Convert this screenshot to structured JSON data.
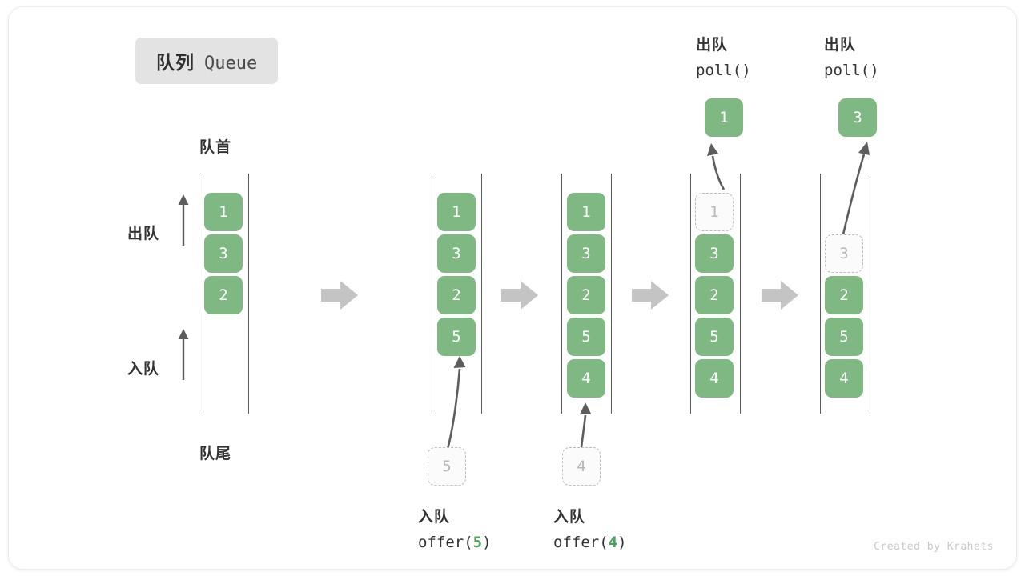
{
  "title": {
    "cn": "队列",
    "en": "Queue"
  },
  "labels": {
    "front": "队首",
    "rear": "队尾",
    "dequeue": "出队",
    "enqueue": "入队"
  },
  "credit": "Created by Krahets",
  "colors": {
    "cell_fill": "#80b884",
    "cell_text": "#ffffff",
    "ghost_border": "#bdbdbd",
    "ghost_text": "#b7b7b7",
    "rail": "#5a5a5a",
    "step_arrow": "#c4c4c4",
    "badge_bg": "#e3e3e3",
    "accent_green": "#49a35a",
    "text": "#333333"
  },
  "columns": [
    {
      "id": "col-1",
      "cells": [
        {
          "value": "1",
          "state": "filled"
        },
        {
          "value": "3",
          "state": "filled"
        },
        {
          "value": "2",
          "state": "filled"
        }
      ]
    },
    {
      "id": "col-2",
      "cells": [
        {
          "value": "1",
          "state": "filled"
        },
        {
          "value": "3",
          "state": "filled"
        },
        {
          "value": "2",
          "state": "filled"
        },
        {
          "value": "5",
          "state": "filled"
        }
      ]
    },
    {
      "id": "col-3",
      "cells": [
        {
          "value": "1",
          "state": "filled"
        },
        {
          "value": "3",
          "state": "filled"
        },
        {
          "value": "2",
          "state": "filled"
        },
        {
          "value": "5",
          "state": "filled"
        },
        {
          "value": "4",
          "state": "filled"
        }
      ]
    },
    {
      "id": "col-4",
      "cells": [
        {
          "value": "1",
          "state": "ghost"
        },
        {
          "value": "3",
          "state": "filled"
        },
        {
          "value": "2",
          "state": "filled"
        },
        {
          "value": "5",
          "state": "filled"
        },
        {
          "value": "4",
          "state": "filled"
        }
      ]
    },
    {
      "id": "col-5",
      "cells": [
        {
          "value": "",
          "state": "empty"
        },
        {
          "value": "3",
          "state": "ghost"
        },
        {
          "value": "2",
          "state": "filled"
        },
        {
          "value": "5",
          "state": "filled"
        },
        {
          "value": "4",
          "state": "filled"
        }
      ]
    }
  ],
  "operations": {
    "offer_5": {
      "cn": "入队",
      "fn": "offer(",
      "arg": "5",
      "close": ")",
      "ghost_value": "5"
    },
    "offer_4": {
      "cn": "入队",
      "fn": "offer(",
      "arg": "4",
      "close": ")",
      "ghost_value": "4"
    },
    "poll_1": {
      "cn": "出队",
      "fn": "poll()",
      "result": "1"
    },
    "poll_2": {
      "cn": "出队",
      "fn": "poll()",
      "result": "3"
    }
  }
}
